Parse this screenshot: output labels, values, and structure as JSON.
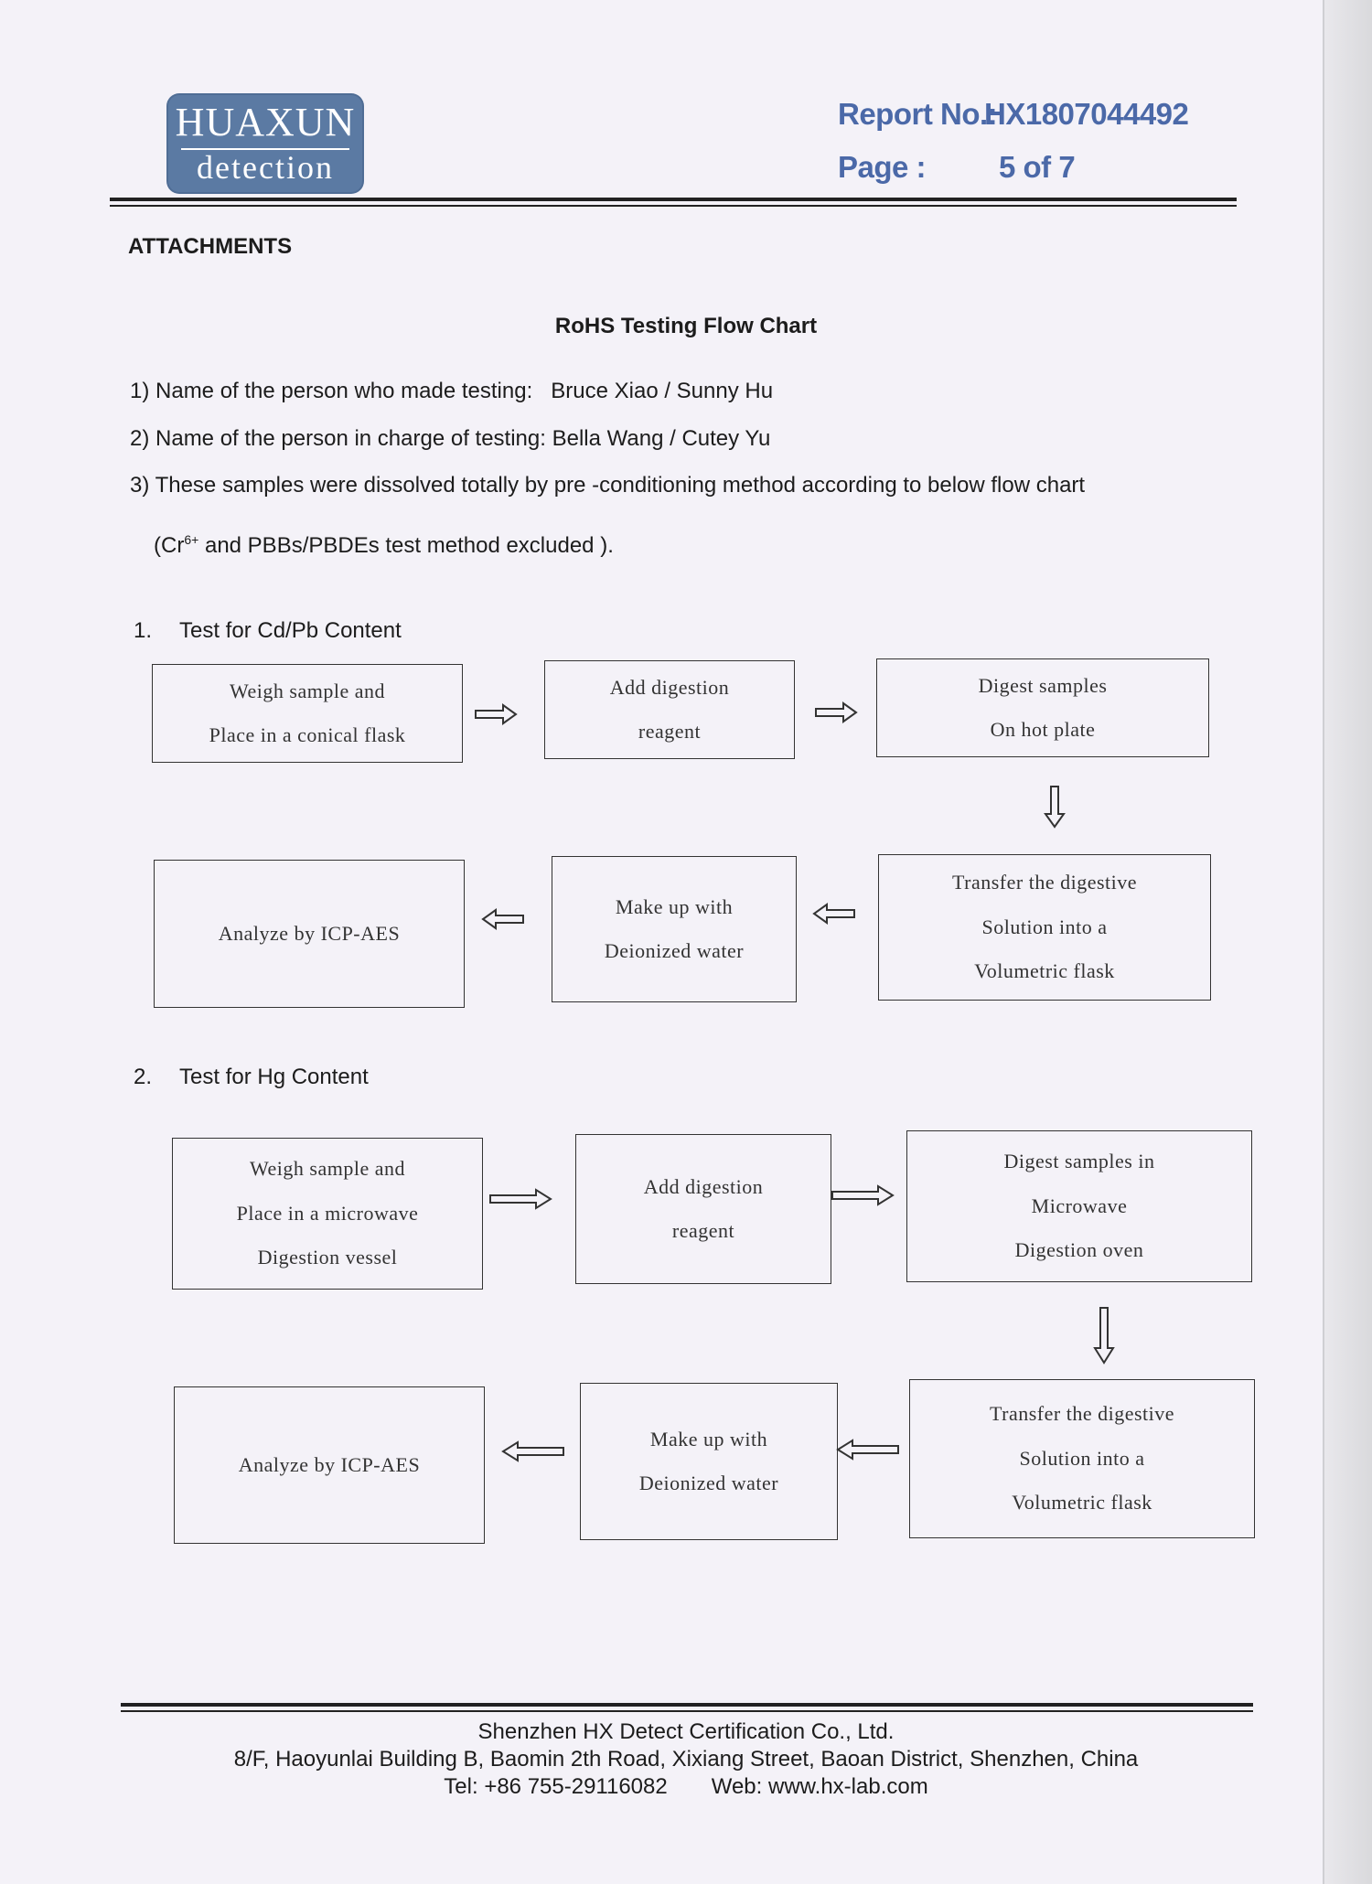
{
  "header": {
    "logo_line1": "HUAXUN",
    "logo_line2": "detection",
    "report_label": "Report No.:",
    "report_no": "HX1807044492",
    "page_label": "Page :",
    "page_value": "5 of 7"
  },
  "attachments_heading": "ATTACHMENTS",
  "title": "RoHS Testing Flow Chart",
  "info": {
    "line1_label": "1) Name of the person who made testing:",
    "line1_value": "Bruce Xiao / Sunny Hu",
    "line2_label": "2) Name of the person in charge of testing:",
    "line2_value": "Bella Wang / Cutey Yu",
    "line3": "3) These samples were dissolved totally by pre -conditioning method according to below flow chart",
    "line4_pre": "(Cr",
    "line4_sup": "6+",
    "line4_post": " and PBBs/PBDEs test method excluded )."
  },
  "section1": {
    "number": "1.",
    "title": "Test for Cd/Pb Content",
    "steps": [
      [
        "Weigh sample and",
        "Place in a conical flask"
      ],
      [
        "Add digestion",
        "reagent"
      ],
      [
        "Digest samples",
        "On hot plate"
      ],
      [
        "Transfer the digestive",
        "Solution into a",
        "Volumetric flask"
      ],
      [
        "Make up with",
        "Deionized water"
      ],
      [
        "Analyze by ICP-AES"
      ]
    ]
  },
  "section2": {
    "number": "2.",
    "title": "Test for Hg Content",
    "steps": [
      [
        "Weigh sample and",
        "Place in a microwave",
        "Digestion vessel"
      ],
      [
        "Add digestion",
        "reagent"
      ],
      [
        "Digest samples in",
        "Microwave",
        "Digestion oven"
      ],
      [
        "Transfer the digestive",
        "Solution into a",
        "Volumetric flask"
      ],
      [
        "Make up with",
        "Deionized water"
      ],
      [
        "Analyze by ICP-AES"
      ]
    ]
  },
  "footer": {
    "company": "Shenzhen HX Detect Certification Co., Ltd.",
    "address": "8/F, Haoyunlai Building B, Baomin 2th Road, Xixiang Street, Baoan District, Shenzhen, China",
    "tel": "Tel: +86 755-29116082",
    "web": "Web: www.hx-lab.com"
  },
  "colors": {
    "header_blue": "#4b69a8",
    "logo_blue": "#5b7aa3"
  }
}
